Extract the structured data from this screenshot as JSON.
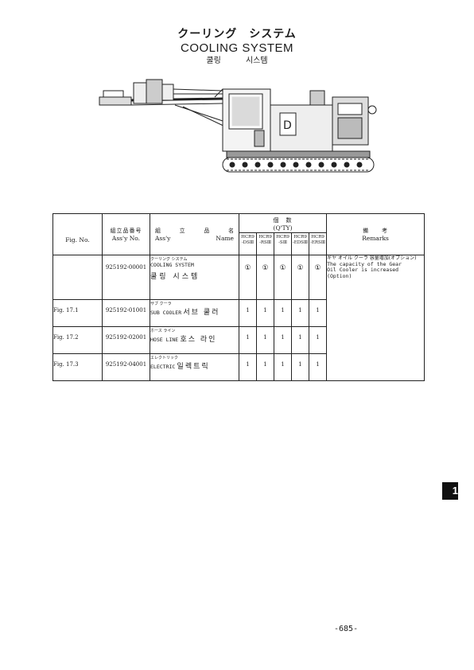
{
  "title": {
    "japanese": "クーリング　システム",
    "english": "COOLING SYSTEM",
    "korean": "쿨링 시스템"
  },
  "table": {
    "headers": {
      "fig_no": "Fig. No.",
      "assy_no_jp": "組立品番号",
      "assy_no_en": "Ass'y No.",
      "assy_name_jp": [
        "組",
        "立",
        "品",
        "名"
      ],
      "assy_name_en_left": "Ass'y",
      "assy_name_en_right": "Name",
      "qty_jp": "個　数",
      "qty_en": "(Q'TY)",
      "remarks_jp": "備　　考",
      "remarks_en": "Remarks"
    },
    "qty_columns": [
      {
        "line1": "HCR9",
        "line2": "-DSⅢ"
      },
      {
        "line1": "HCR9",
        "line2": "-RSⅢ"
      },
      {
        "line1": "HCR9",
        "line2": "-SⅢ"
      },
      {
        "line1": "HCR9",
        "line2": "-EDSⅢ"
      },
      {
        "line1": "HCR9",
        "line2": "-ERSⅢ"
      }
    ],
    "rows": [
      {
        "fig": "",
        "assy_no": "925192-00001",
        "name_ruby": "クーリング システム",
        "name_en": "COOLING SYSTEM",
        "name_ko": "쿨링 시스템",
        "qty": [
          "①",
          "①",
          "①",
          "①",
          "①"
        ],
        "remarks_jp": "ギヤ オイル クーラ 容量増加(オプション)",
        "remarks_en": [
          "The capacity of the Gear",
          "Oil Cooler is increased",
          "(Option)"
        ]
      },
      {
        "fig": "Fig. 17.1",
        "assy_no": "925192-01001",
        "name_ruby": "サブ クーラ",
        "name_en": "SUB COOLER",
        "name_ko": "서브 쿨러",
        "qty": [
          "1",
          "1",
          "1",
          "1",
          "1"
        ]
      },
      {
        "fig": "Fig. 17.2",
        "assy_no": "925192-02001",
        "name_ruby": "ホース ライン",
        "name_en": "HOSE LINE",
        "name_ko": "호스 라인",
        "qty": [
          "1",
          "1",
          "1",
          "1",
          "1"
        ]
      },
      {
        "fig": "Fig. 17.3",
        "assy_no": "925192-04001",
        "name_ruby": "エレクトリック",
        "name_en": "ELECTRIC",
        "name_ko": "일렉트릭",
        "qty": [
          "1",
          "1",
          "1",
          "1",
          "1"
        ]
      }
    ]
  },
  "tab_marker": "1",
  "page_number": "-685-"
}
